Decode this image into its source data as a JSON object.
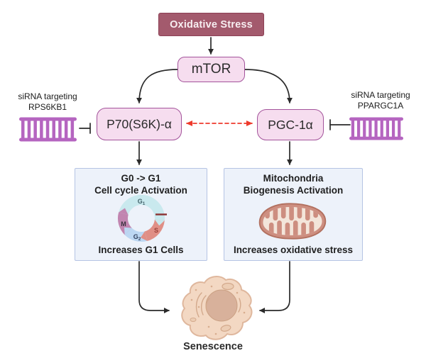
{
  "diagram": {
    "nodes": {
      "oxidative_stress": "Oxidative Stress",
      "mtor": "mTOR",
      "p70s6k": "P70(S6K)-α",
      "pgc1a": "PGC-1α"
    },
    "sirna_left": {
      "line1": "siRNA targeting",
      "line2": "RPS6KB1"
    },
    "sirna_right": {
      "line1": "siRNA targeting",
      "line2": "PPARGC1A"
    },
    "left_panel": {
      "title_line1": "G0 -> G1",
      "title_line2": "Cell cycle Activation",
      "footer": "Increases G1 Cells",
      "cell_cycle": {
        "phases": [
          {
            "main": "G",
            "sub": "1",
            "color": "#c9e9ee"
          },
          {
            "main": "S",
            "sub": "",
            "color": "#e08f86"
          },
          {
            "main": "G",
            "sub": "2",
            "color": "#bcd7f2"
          },
          {
            "main": "M",
            "sub": "",
            "color": "#c185b0"
          }
        ],
        "checkpoint_color": "#8c3232"
      }
    },
    "right_panel": {
      "title_line1": "Mitochondria",
      "title_line2": "Biogenesis Activation",
      "footer": "Increases oxidative stress"
    },
    "senescence_label": "Senescence",
    "icons": {
      "left_sirna": "dna-sirna-icon",
      "right_sirna": "dna-sirna-icon",
      "left_panel": "cell-cycle-diagram-icon",
      "right_panel": "mitochondria-icon",
      "bottom": "senescent-cell-icon"
    },
    "colors": {
      "stress_fill": "#a35a6d",
      "stress_border": "#8c4055",
      "node_fill": "#f6ddef",
      "node_border": "#a3539b",
      "panel_fill": "#edf2fa",
      "panel_border": "#b5c4e4",
      "dna_purple": "#b565c0",
      "crosstalk_red": "#ee3a2c",
      "arrow_black": "#2a2a2a"
    }
  }
}
